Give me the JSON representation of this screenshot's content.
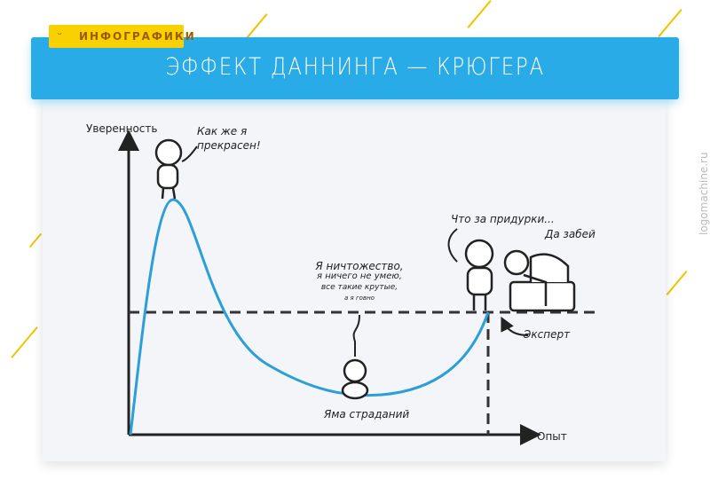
{
  "tag": {
    "label": "ИНФОГРАФИКИ",
    "icon": "smile-icon"
  },
  "title": "ЭФФЕКТ ДАННИНГА — КРЮГЕРА",
  "watermark": "logomachine.ru",
  "axes": {
    "y": "Уверенность",
    "x": "Опыт"
  },
  "colors": {
    "header": "#29abe8",
    "tag": "#f9d000",
    "curve": "#2b9fd8"
  },
  "annotations": {
    "peak": [
      "Как же я",
      "прекрасен!"
    ],
    "pit_quote": [
      "Я ничтожество,",
      "я ничего не умею,",
      "все такие крутые,",
      "а я говно"
    ],
    "pit": "Яма страданий",
    "expert_quote": "Что за придурки...",
    "sofa_quote": "Да забей",
    "expert": "Эксперт"
  }
}
